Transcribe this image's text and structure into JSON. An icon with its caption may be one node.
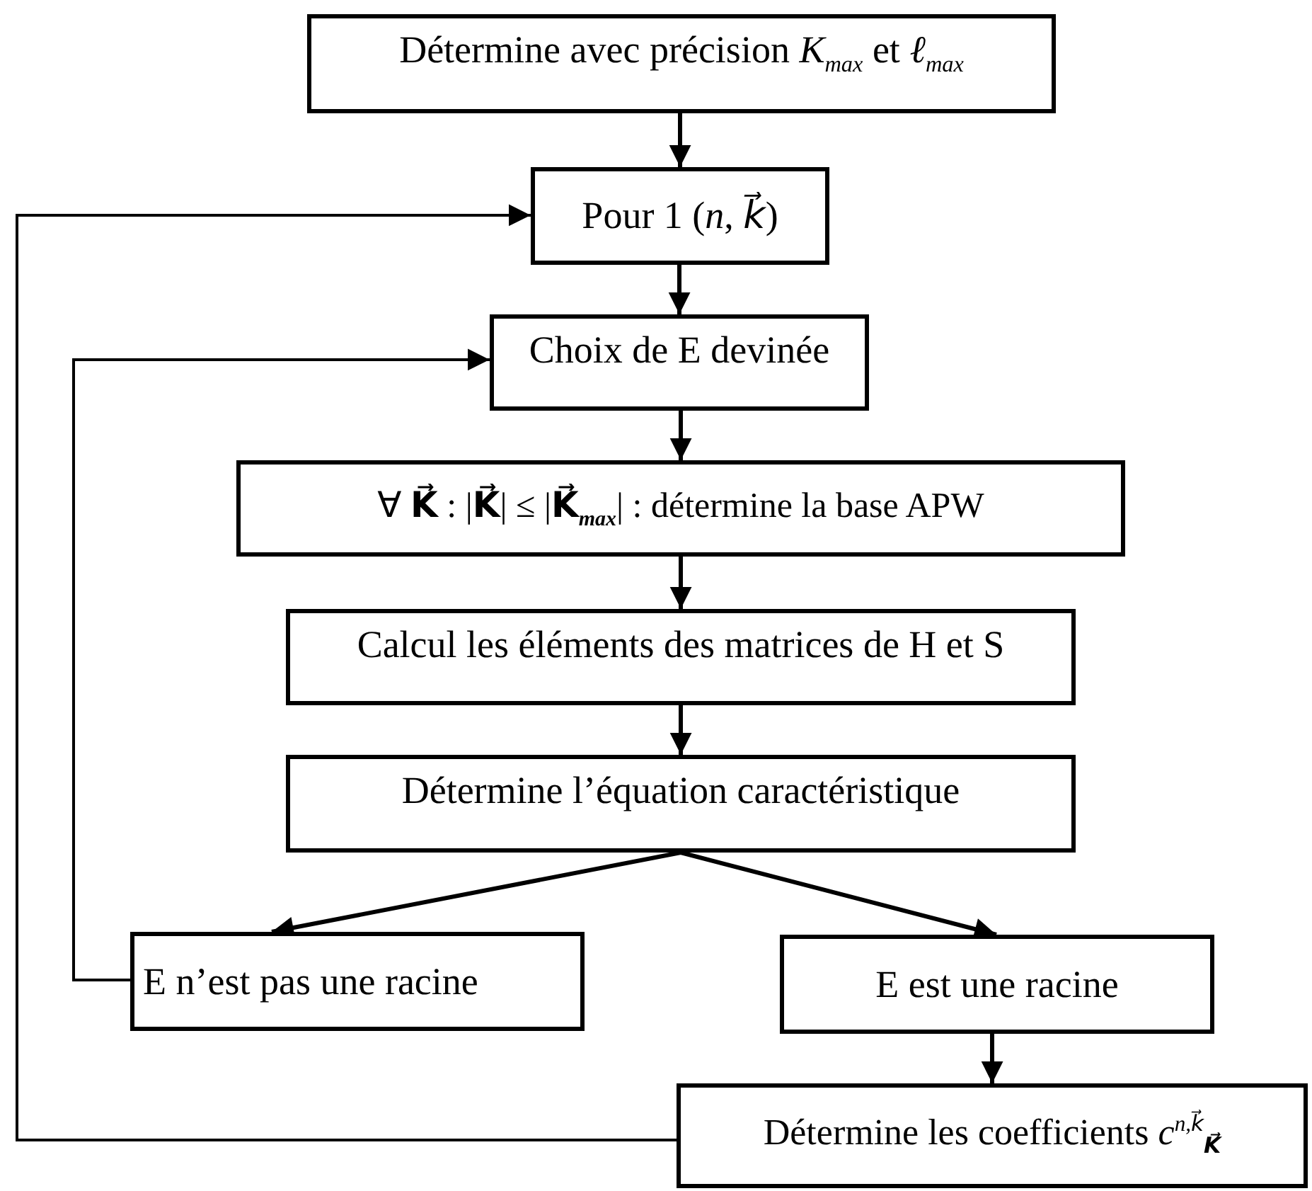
{
  "diagram": {
    "nodes": [
      {
        "text": [
          "Détermine avec précision *K*$_{max}$ et *ℓ*$_{max}$"
        ]
      },
      {
        "text": [
          "Pour 1 (*n*, *k⃗*)"
        ]
      },
      {
        "text": [
          "Choix de E devinée"
        ]
      },
      {
        "text": [
          "∀ **K⃗** : |**K⃗**| ≤ |**K⃗**$_{max}$| : détermine la base APW"
        ]
      },
      {
        "text": [
          "Calcul les éléments des matrices de H et S"
        ]
      },
      {
        "text": [
          "Détermine l’équation caractéristique"
        ]
      },
      {
        "text": [
          "E n’est pas une racine"
        ]
      },
      {
        "text": [
          "E est une racine"
        ]
      },
      {
        "text": [
          "Détermine les coefficients *c*$^{n,k⃗}$$_{K⃗}$"
        ]
      }
    ],
    "edges": [
      {
        "from": 0,
        "to": 1,
        "arrow": "to"
      },
      {
        "from": 1,
        "to": 2,
        "arrow": "to"
      },
      {
        "from": 2,
        "to": 3,
        "arrow": "to"
      },
      {
        "from": 3,
        "to": 4,
        "arrow": "to"
      },
      {
        "from": 4,
        "to": 5,
        "arrow": "to"
      },
      {
        "from": 5,
        "to": 6,
        "arrow": "to"
      },
      {
        "from": 5,
        "to": 7,
        "arrow": "to"
      },
      {
        "from": 7,
        "to": 8,
        "arrow": "to"
      },
      {
        "from": 6,
        "to": 2,
        "arrow": "to"
      },
      {
        "from": 8,
        "to": 1,
        "arrow": "to"
      }
    ]
  }
}
